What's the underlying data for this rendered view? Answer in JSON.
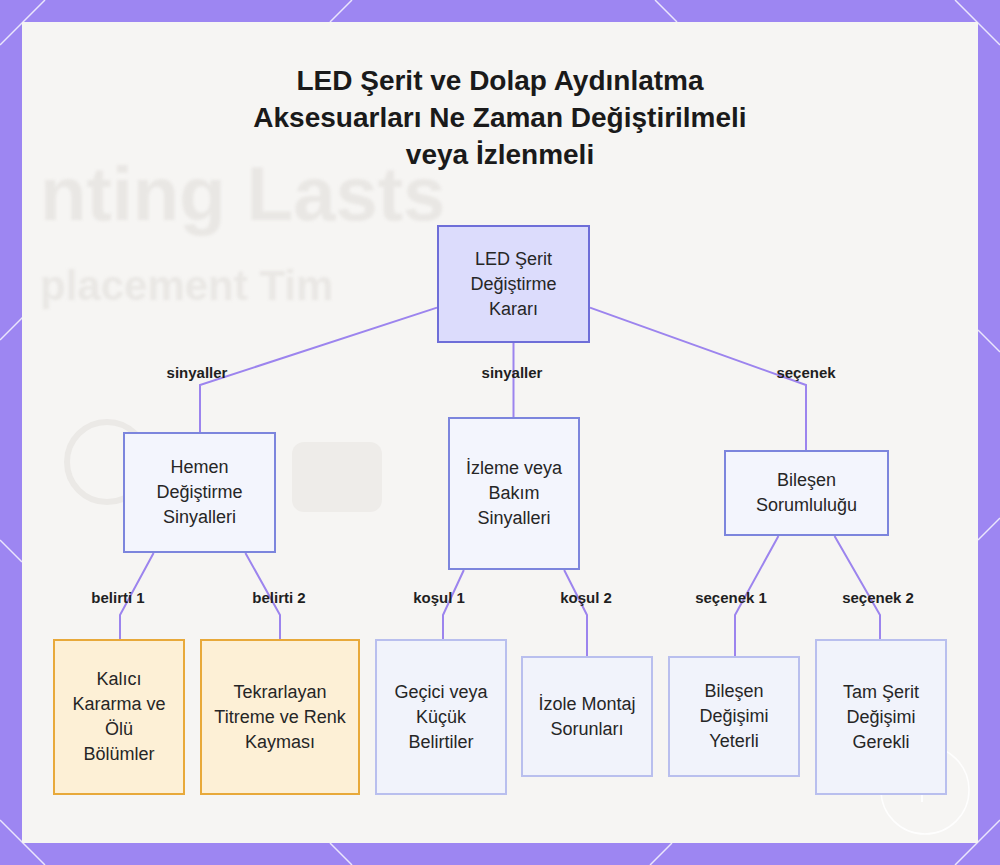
{
  "diagram": {
    "title": "LED Şerit ve Dolap Aydınlatma Aksesuarları Ne Zaman Değiştirilmeli veya İzlenmeli",
    "nodes": [
      {
        "text": [
          "LED Şerit Değiştirme Kararı"
        ]
      },
      {
        "text": [
          "Hemen Değiştirme Sinyalleri"
        ]
      },
      {
        "text": [
          "İzleme veya Bakım Sinyalleri"
        ]
      },
      {
        "text": [
          "Bileşen Sorumluluğu"
        ]
      },
      {
        "text": [
          "Kalıcı Kararma ve Ölü Bölümler"
        ]
      },
      {
        "text": [
          "Tekrarlayan Titreme ve Renk Kayması"
        ]
      },
      {
        "text": [
          "Geçici veya Küçük Belirtiler"
        ]
      },
      {
        "text": [
          "İzole Montaj Sorunları"
        ]
      },
      {
        "text": [
          "Bileşen Değişimi Yeterli"
        ]
      },
      {
        "text": [
          "Tam Şerit Değişimi Gerekli"
        ]
      }
    ],
    "edges": [
      {
        "from": 0,
        "to": 1,
        "label": "sinyaller",
        "arrow": "none"
      },
      {
        "from": 0,
        "to": 2,
        "label": "sinyaller",
        "arrow": "none"
      },
      {
        "from": 0,
        "to": 3,
        "label": "seçenek",
        "arrow": "none"
      },
      {
        "from": 1,
        "to": 4,
        "label": "belirti 1",
        "arrow": "none"
      },
      {
        "from": 1,
        "to": 5,
        "label": "belirti 2",
        "arrow": "none"
      },
      {
        "from": 2,
        "to": 6,
        "label": "koşul 1",
        "arrow": "none"
      },
      {
        "from": 2,
        "to": 7,
        "label": "koşul 2",
        "arrow": "none"
      },
      {
        "from": 3,
        "to": 8,
        "label": "seçenek 1",
        "arrow": "none"
      },
      {
        "from": 3,
        "to": 9,
        "label": "seçenek 2",
        "arrow": "none"
      }
    ],
    "labels": [
      "nting Lasts",
      "placement Tim"
    ]
  }
}
